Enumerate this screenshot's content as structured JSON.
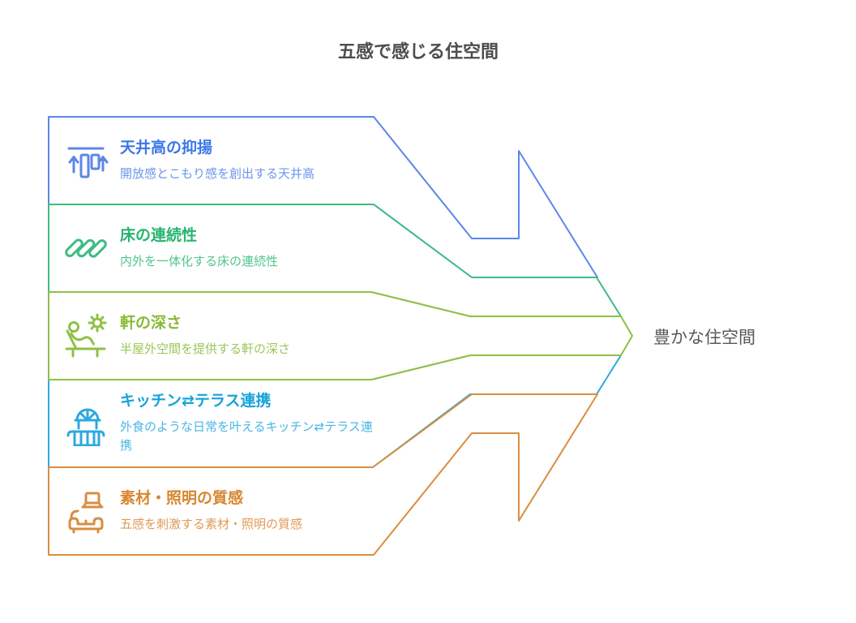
{
  "title": "五感で感じる住空間",
  "result": "豊かな住空間",
  "colors": {
    "title_text": "#4d4d4d",
    "result_text": "#595959",
    "background": "#ffffff"
  },
  "items": [
    {
      "title": "天井高の抑揚",
      "description": "開放感とこもり感を創出する天井高",
      "icon": "ceiling-height-icon",
      "line_color": "#5b87e8",
      "title_color": "#3b78e7",
      "desc_color": "#6b95ec"
    },
    {
      "title": "床の連続性",
      "description": "内外を一体化する床の連続性",
      "icon": "floor-continuity-icon",
      "line_color": "#3ebc83",
      "title_color": "#25b56f",
      "desc_color": "#52c58d"
    },
    {
      "title": "軒の深さ",
      "description": "半屋外空間を提供する軒の深さ",
      "icon": "eaves-depth-icon",
      "line_color": "#8fc044",
      "title_color": "#88bb35",
      "desc_color": "#9ac758"
    },
    {
      "title": "キッチン⇄テラス連携",
      "description": "外食のような日常を叶えるキッチン⇄テラス連携",
      "icon": "kitchen-terrace-icon",
      "line_color": "#2ba9df",
      "title_color": "#17a3da",
      "desc_color": "#4ab7e4"
    },
    {
      "title": "素材・照明の質感",
      "description": "五感を刺激する素材・照明の質感",
      "icon": "sofa-lamp-icon",
      "line_color": "#d98d42",
      "title_color": "#d88630",
      "desc_color": "#df9a57"
    }
  ]
}
